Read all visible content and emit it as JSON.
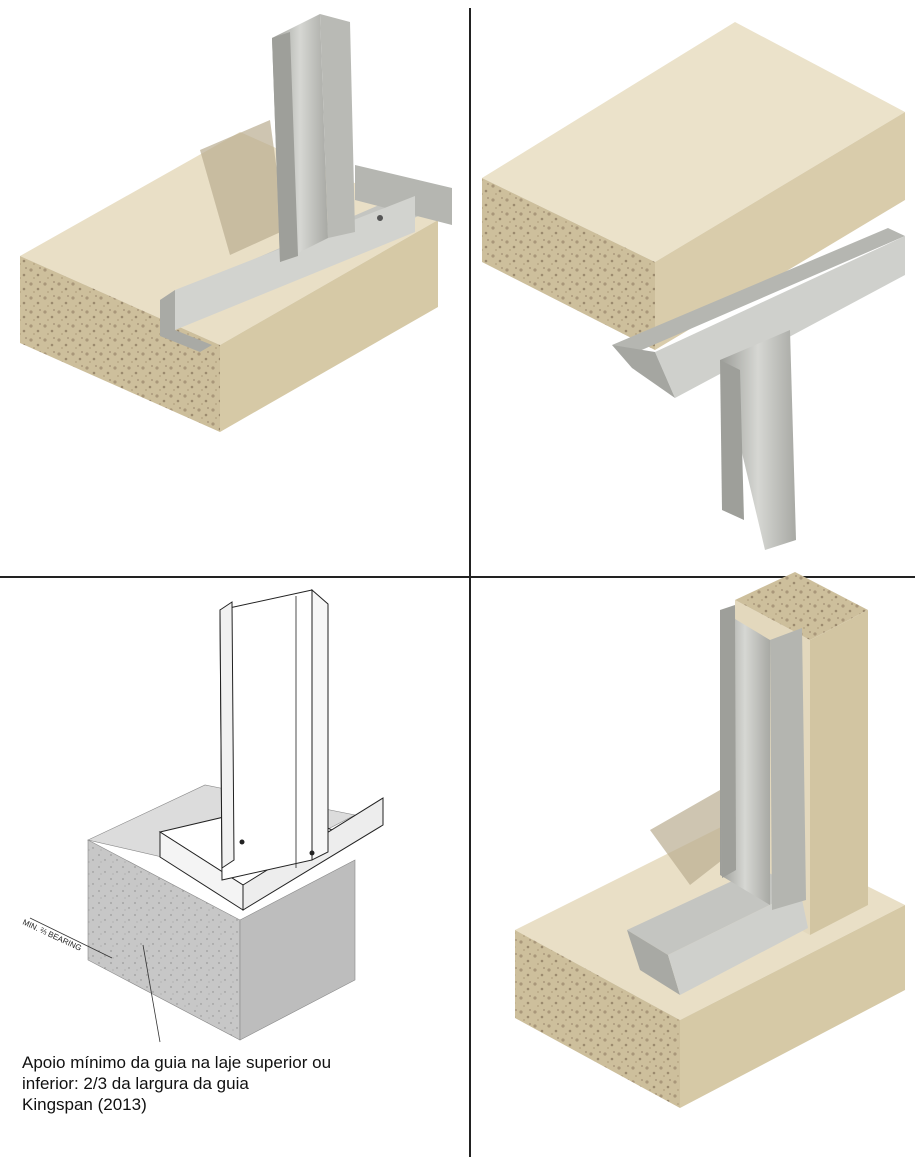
{
  "figure": {
    "panels": [
      {
        "name": "bottom-track-on-slab",
        "description_visible": false
      },
      {
        "name": "top-track-under-slab",
        "description_visible": false
      },
      {
        "name": "technical-drawing-bearing",
        "description_visible": false
      },
      {
        "name": "track-at-slab-and-wall",
        "description_visible": false
      }
    ],
    "drawing_annotation": "MIN. ⅔ BEARING",
    "caption": {
      "line1": "Apoio mínimo da guia na laje superior ou",
      "line2": "inferior:  2/3 da largura da guia",
      "line3": "Kingspan (2013)"
    },
    "colors": {
      "concrete_top": "#e9dfc6",
      "concrete_front": "#d8cba8",
      "concrete_side": "#c9b994",
      "concrete_aggregate": "#a9977a",
      "steel_light": "#d2d3d0",
      "steel_mid": "#b2b3ae",
      "steel_dark": "#8e8f8a",
      "drawing_concrete": "#d4d4d4",
      "divider": "#222222"
    }
  }
}
